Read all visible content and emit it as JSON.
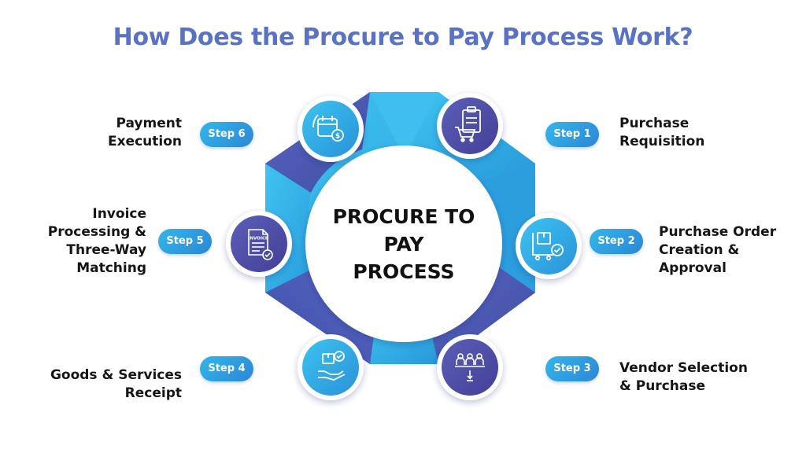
{
  "title": "How Does the Procure to Pay Process Work?",
  "center": {
    "line1": "PROCURE TO",
    "line2": "PAY",
    "line3": "PROCESS"
  },
  "steps": [
    {
      "badge": "Step 1",
      "line1": "Purchase",
      "line2": "Requisition",
      "line3": "",
      "icon": "clipboard-cart-icon"
    },
    {
      "badge": "Step 2",
      "line1": "Purchase Order",
      "line2": "Creation &",
      "line3": "Approval",
      "icon": "cart-approval-icon"
    },
    {
      "badge": "Step 3",
      "line1": "Vendor Selection",
      "line2": "& Purchase",
      "line3": "",
      "icon": "vendor-selection-icon"
    },
    {
      "badge": "Step 4",
      "line1": "Goods & Services",
      "line2": "Receipt",
      "line3": "",
      "icon": "hand-box-icon"
    },
    {
      "badge": "Step 5",
      "line1": "Invoice",
      "line2": "Processing &",
      "line3": "Three-Way",
      "line4": "Matching",
      "icon": "invoice-icon"
    },
    {
      "badge": "Step 6",
      "line1": "Payment",
      "line2": "Execution",
      "line3": "",
      "icon": "calendar-payment-icon"
    }
  ],
  "icon_text": {
    "invoice": "INVOICE"
  },
  "colors": {
    "title": "#5a72c4",
    "petal_dark": "#4a59b3",
    "petal_light": "#29b6e8",
    "badge": "#2d9be0",
    "node_purple": "#4f4fa6",
    "node_blue": "#2aa6e2"
  }
}
